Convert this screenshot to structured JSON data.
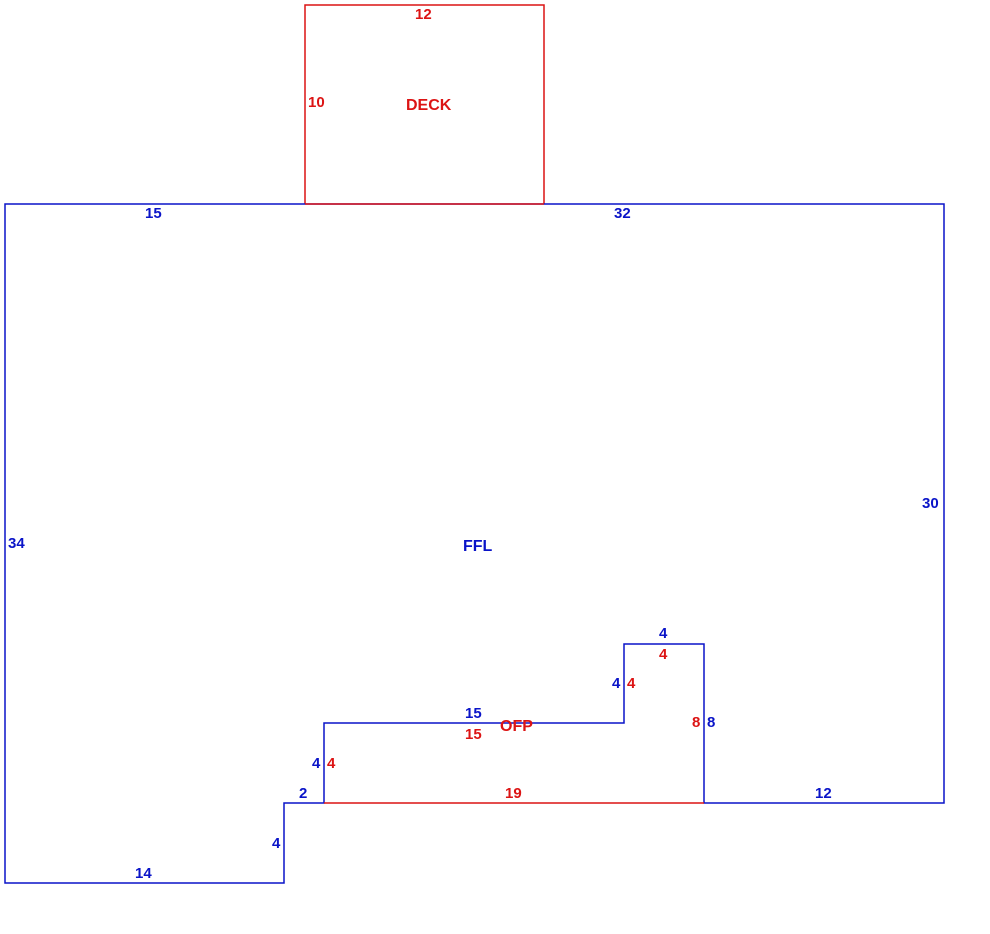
{
  "colors": {
    "main": "#0a14c8",
    "secondary": "#dc1414",
    "background": "#ffffff"
  },
  "areas": {
    "ffl": "FFL",
    "deck": "DECK",
    "ofp": "OFP"
  },
  "dimensions": {
    "deck_top": "12",
    "deck_left": "10",
    "ffl_top_left": "15",
    "ffl_top_right": "32",
    "ffl_left": "34",
    "ffl_right": "30",
    "ffl_bottom_right": "12",
    "ffl_step_top": "2",
    "ffl_step_vertical": "4",
    "ffl_bottom_left": "14",
    "ofp_top_blue": "15",
    "ofp_top_red": "15",
    "ofp_left_blue": "4",
    "ofp_left_red": "4",
    "ofp_bottom": "19",
    "ofp_bump_top_blue": "4",
    "ofp_bump_top_red": "4",
    "ofp_bump_left_blue": "4",
    "ofp_bump_left_red": "4",
    "ofp_right_red": "8",
    "ofp_right_blue": "8"
  }
}
